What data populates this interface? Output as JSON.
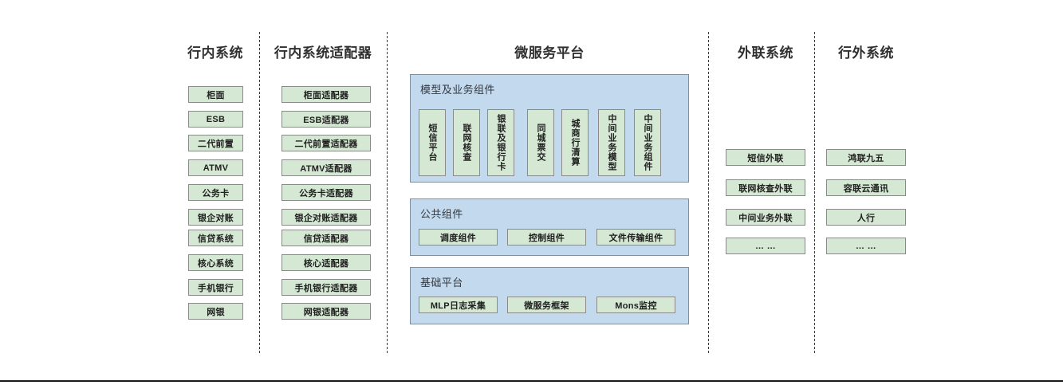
{
  "diagram": {
    "columns": [
      {
        "id": "internal-systems",
        "title": "行内系统",
        "items": [
          {
            "label": "柜面"
          },
          {
            "label": "ESB"
          },
          {
            "label": "二代前置"
          },
          {
            "label": "ATMV"
          },
          {
            "label": "公务卡"
          },
          {
            "label": "银企对账"
          },
          {
            "label": "信贷系统"
          },
          {
            "label": "核心系统"
          },
          {
            "label": "手机银行"
          },
          {
            "label": "网银"
          }
        ]
      },
      {
        "id": "internal-system-adapters",
        "title": "行内系统适配器",
        "items": [
          {
            "label": "柜面适配器"
          },
          {
            "label": "ESB适配器"
          },
          {
            "label": "二代前置适配器"
          },
          {
            "label": "ATMV适配器"
          },
          {
            "label": "公务卡适配器"
          },
          {
            "label": "银企对账适配器"
          },
          {
            "label": "信贷适配器"
          },
          {
            "label": "核心适配器"
          },
          {
            "label": "手机银行适配器"
          },
          {
            "label": "网银适配器"
          }
        ]
      },
      {
        "id": "microservice-platform",
        "title": "微服务平台",
        "panels": [
          {
            "id": "model-and-business-components",
            "label": "模型及业务组件",
            "orientation": "vertical",
            "items": [
              {
                "label": "短信平台"
              },
              {
                "label": "联网核查"
              },
              {
                "label": "银联及银行卡"
              },
              {
                "label": "同城票交"
              },
              {
                "label": "城商行清算"
              },
              {
                "label": "中间业务模型"
              },
              {
                "label": "中间业务组件"
              }
            ]
          },
          {
            "id": "public-components",
            "label": "公共组件",
            "orientation": "horizontal",
            "items": [
              {
                "label": "调度组件"
              },
              {
                "label": "控制组件"
              },
              {
                "label": "文件传输组件"
              }
            ]
          },
          {
            "id": "base-platform",
            "label": "基础平台",
            "orientation": "horizontal",
            "items": [
              {
                "label": "MLP日志采集"
              },
              {
                "label": "微服务框架"
              },
              {
                "label": "Mons监控"
              }
            ]
          }
        ]
      },
      {
        "id": "external-link-systems",
        "title": "外联系统",
        "items": [
          {
            "label": "短信外联"
          },
          {
            "label": "联网核查外联"
          },
          {
            "label": "中间业务外联"
          },
          {
            "label": "… …"
          }
        ]
      },
      {
        "id": "outside-bank-systems",
        "title": "行外系统",
        "items": [
          {
            "label": "鸿联九五"
          },
          {
            "label": "容联云通讯"
          },
          {
            "label": "人行"
          },
          {
            "label": "… …"
          }
        ]
      }
    ],
    "colors": {
      "node_fill": "#d5e8d4",
      "node_border": "#8a8a8a",
      "panel_fill": "#c3d9ee",
      "panel_border": "#7f8fa0",
      "divider": "#3a3a3a",
      "title_text": "#303030"
    }
  }
}
